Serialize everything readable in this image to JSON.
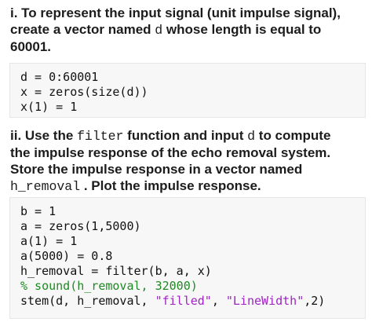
{
  "section1": {
    "heading_lines": [
      "i. To represent the input signal (unit impulse signal),",
      "create a vector named ",
      "d",
      " whose length is equal to",
      "60001."
    ],
    "code": [
      "d = 0:60001",
      "x = zeros(size(d))",
      "x(1) = 1"
    ]
  },
  "section2": {
    "heading": {
      "part1": "ii. Use the ",
      "filter": "filter",
      "part2": " function and input ",
      "d": "d",
      "part3": " to compute",
      "line2": "the impulse response of the echo removal system.",
      "line3": "Store the impulse response in a vector named",
      "h_removal": "h_removal",
      "part4": " . Plot the impulse response."
    },
    "code": {
      "line1": "b = 1",
      "line2": "a = zeros(1,5000)",
      "line3": "a(1) = 1",
      "line4": "a(5000) = 0.8",
      "line5": "h_removal = filter(b, a, x)",
      "line6_comment": "% sound(h_removal, 32000)",
      "line7_pre": "stem(d, h_removal, ",
      "line7_str1": "\"filled\"",
      "line7_mid": ", ",
      "line7_str2": "\"LineWidth\"",
      "line7_post": ",2)"
    }
  },
  "colors": {
    "text": "#1c1c1c",
    "code_background": "#f7f7f7",
    "comment": "#1f8a23",
    "string": "#a023c4"
  }
}
